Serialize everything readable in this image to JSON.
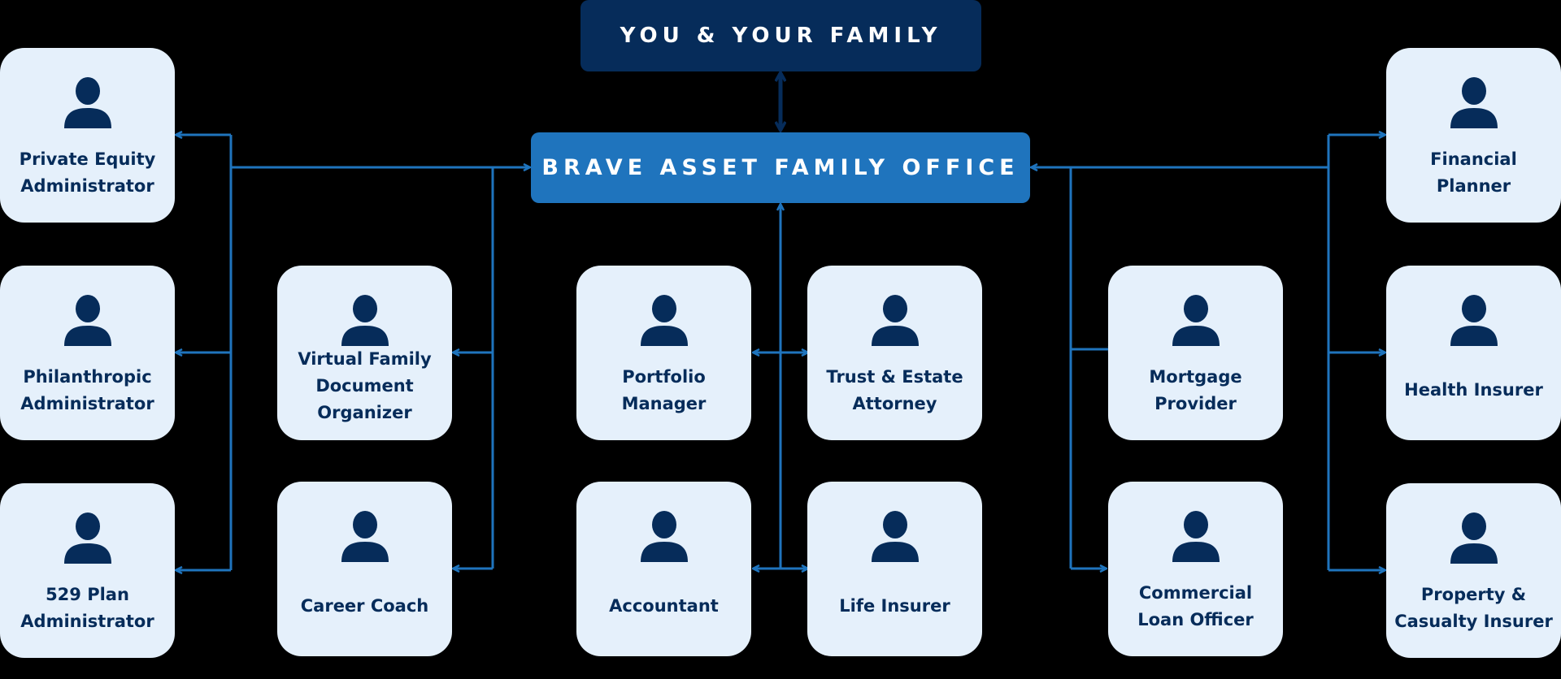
{
  "colors": {
    "background": "#000000",
    "top_box": "#062c5a",
    "office_box": "#1f74bd",
    "card": "#e5f0fb",
    "text_dark": "#062c5a",
    "connector": "#1f74bd",
    "connector_dark": "#062c5a"
  },
  "top": {
    "title": "YOU & YOUR FAMILY"
  },
  "office": {
    "title": "BRAVE ASSET FAMILY OFFICE"
  },
  "cards": {
    "private_equity": "Private Equity\nAdministrator",
    "philanthropic": "Philanthropic\nAdministrator",
    "plan_529": "529 Plan\nAdministrator",
    "document_organizer": "Virtual Family\nDocument\nOrganizer",
    "career_coach": "Career Coach",
    "portfolio_manager": "Portfolio\nManager",
    "accountant": "Accountant",
    "trust_attorney": "Trust & Estate\nAttorney",
    "life_insurer": "Life Insurer",
    "mortgage_provider": "Mortgage\nProvider",
    "loan_officer": "Commercial\nLoan Officer",
    "financial_planner": "Financial\nPlanner",
    "health_insurer": "Health Insurer",
    "property_insurer": "Property &\nCasualty Insurer"
  },
  "icons": {
    "person": "person-icon"
  }
}
